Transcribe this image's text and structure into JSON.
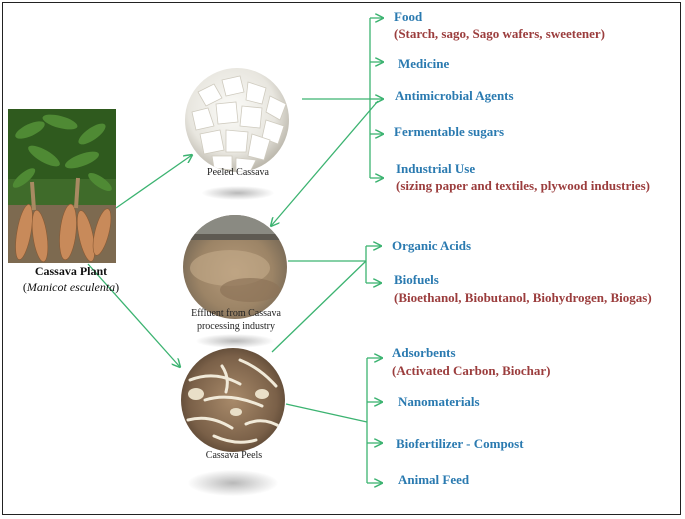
{
  "plant": {
    "title": "Cassava Plant",
    "subtitle_open": "(",
    "subtitle_italic": "Manicot esculenta",
    "subtitle_close": ")"
  },
  "nodes": {
    "peeled": "Peeled Cassava",
    "effluent_line1": "Effluent from Cassava",
    "effluent_line2": "processing industry",
    "peels": "Cassava Peels"
  },
  "outputs": {
    "food": "Food",
    "food_detail": "(Starch, sago, Sago wafers, sweetener)",
    "medicine": "Medicine",
    "antimicrobial": "Antimicrobial Agents",
    "fermentable": "Fermentable sugars",
    "industrial": "Industrial Use",
    "industrial_detail": "(sizing paper and textiles, plywood industries)",
    "organic_acids": "Organic Acids",
    "biofuels": "Biofuels",
    "biofuels_detail": "(Bioethanol, Biobutanol, Biohydrogen, Biogas)",
    "adsorbents": "Adsorbents",
    "adsorbents_detail": "(Activated Carbon, Biochar)",
    "nanomaterials": "Nanomaterials",
    "biofertilizer": "Biofertilizer - Compost",
    "animal_feed": "Animal Feed"
  },
  "colors": {
    "arrow": "#3cb371",
    "label_blue": "#2a7ab0",
    "label_red": "#9b3d3d"
  }
}
